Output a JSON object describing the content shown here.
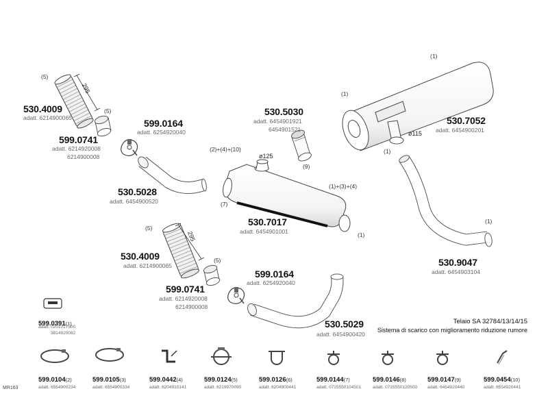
{
  "parts": {
    "p1": {
      "number": "530.4009",
      "adatt": "adatt. 6214900065",
      "qty": "(5)",
      "dim": "295"
    },
    "p2": {
      "number": "599.0741",
      "adatt": "adatt. 6214920008",
      "adatt2": "6214900008",
      "qty": "(5)"
    },
    "p3": {
      "number": "599.0164",
      "adatt": "adatt. 6254920040"
    },
    "p4": {
      "number": "530.5028",
      "adatt": "adatt. 6454900520"
    },
    "p5": {
      "number": "530.5030",
      "adatt": "adatt. 6454901921",
      "adatt2": "6454901521",
      "qty": "(9)"
    },
    "p6": {
      "number": "530.7052",
      "adatt": "adatt. 6454900201",
      "qty": "(1)",
      "qty2": "(1)",
      "dia": "ø115"
    },
    "p7": {
      "number": "530.7017",
      "adatt": "adatt. 6454901001",
      "qty_top": "(2)+(4)+(10)",
      "qty_right": "(1)+(3)+(4)",
      "qty_left": "(7)",
      "qty_bottom": "(1)",
      "dia": "ø125"
    },
    "p8": {
      "number": "530.9047",
      "adatt": "adatt. 6454903104",
      "qty": "(1)",
      "qty2": "(1)"
    },
    "p9": {
      "number": "530.4009",
      "adatt": "adatt. 6214900065",
      "qty": "(5)",
      "dim": "295"
    },
    "p10": {
      "number": "599.0741",
      "adatt": "adatt. 6214920008",
      "adatt2": "6214900008",
      "qty": "(5)"
    },
    "p11": {
      "number": "599.0164",
      "adatt": "adatt. 6254920040"
    },
    "p12": {
      "number": "530.5029",
      "adatt": "adatt. 6454900420"
    },
    "p13": {
      "number": "599.0391",
      "qty": "(1)",
      "adatt": "adatt. 0201017500",
      "adatt2": "3814920082"
    }
  },
  "telaio": {
    "line1": "Telaio SA 32784/13/14/15",
    "line2": "Sistema di scarico con miglioramento riduzione rumore"
  },
  "bottom_parts": [
    {
      "number": "599.0104",
      "qty": "(2)",
      "adatt": "adatt. 6554900234",
      "icon": "hose-clamp-ring-icon"
    },
    {
      "number": "599.0105",
      "qty": "(3)",
      "adatt": "adatt. 6554900334",
      "icon": "hose-clamp-ring-icon"
    },
    {
      "number": "599.0442",
      "qty": "(4)",
      "adatt": "adatt. 6204910141",
      "icon": "mounting-bracket-icon"
    },
    {
      "number": "599.0124",
      "qty": "(5)",
      "adatt": "adatt. 6219970090",
      "icon": "clamp-band-icon"
    },
    {
      "number": "599.0126",
      "qty": "(6)",
      "adatt": "adatt. 6204900441",
      "icon": "u-bolt-clamp-icon"
    },
    {
      "number": "599.0144",
      "qty": "(7)",
      "adatt": "adatt. 0715550104501",
      "icon": "pipe-clamp-icon"
    },
    {
      "number": "599.0146",
      "qty": "(8)",
      "adatt": "adatt. 0715550120500",
      "icon": "pipe-clamp-icon"
    },
    {
      "number": "599.0147",
      "qty": "(9)",
      "adatt": "adatt. 6454920440",
      "icon": "pipe-clamp-icon"
    },
    {
      "number": "599.0454",
      "qty": "(10)",
      "adatt": "adatt. 6554920441",
      "icon": "gasket-strip-icon"
    }
  ],
  "code": "MR163",
  "colors": {
    "line": "#5a5a5a",
    "fill": "#ffffff",
    "shade": "#c8c8c8",
    "dark": "#1a1a1a"
  }
}
